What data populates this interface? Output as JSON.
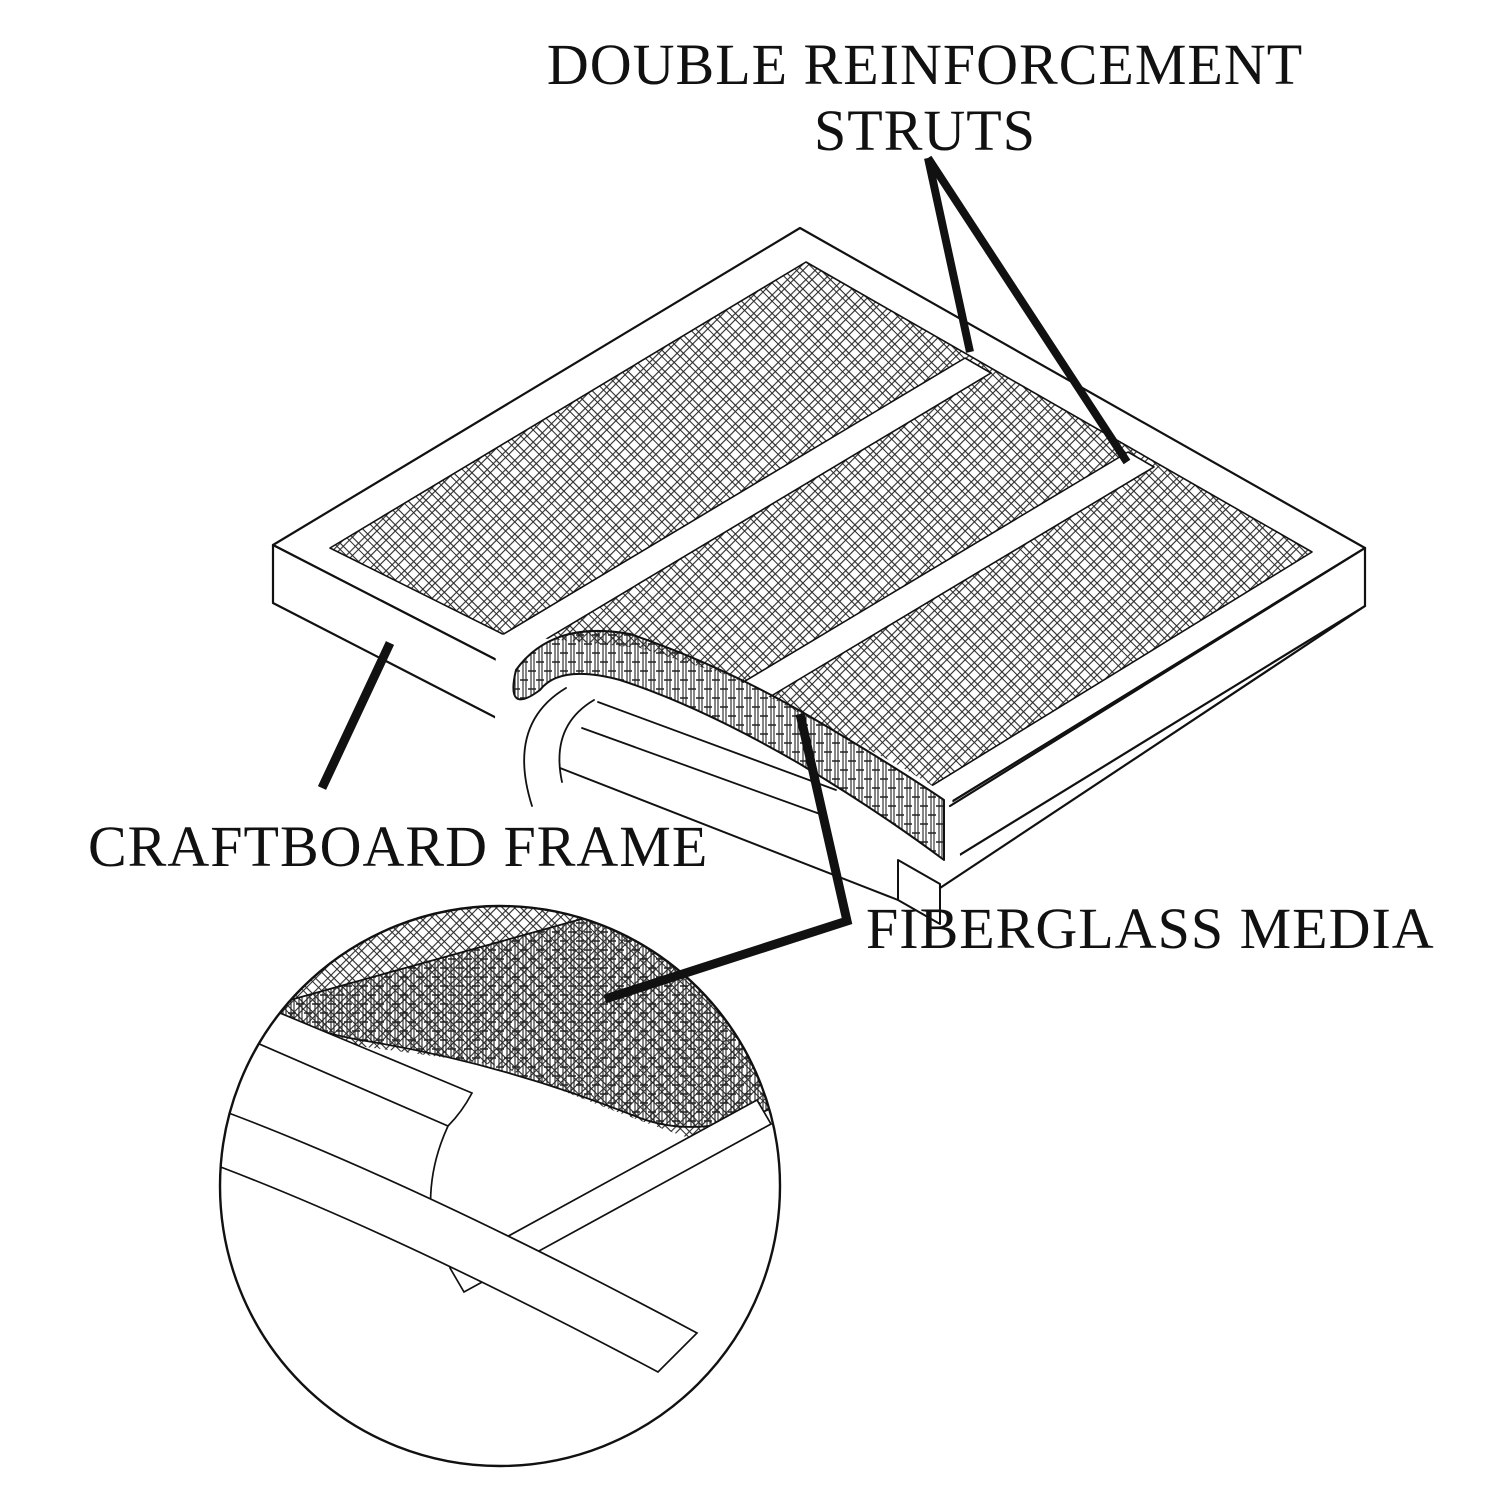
{
  "figure": {
    "background_color": "#ffffff",
    "ink_color": "#111111",
    "labels": {
      "struts_line1": "DOUBLE REINFORCEMENT",
      "struts_line2": "STRUTS",
      "frame": "CRAFTBOARD FRAME",
      "media": "FIBERGLASS MEDIA"
    }
  }
}
